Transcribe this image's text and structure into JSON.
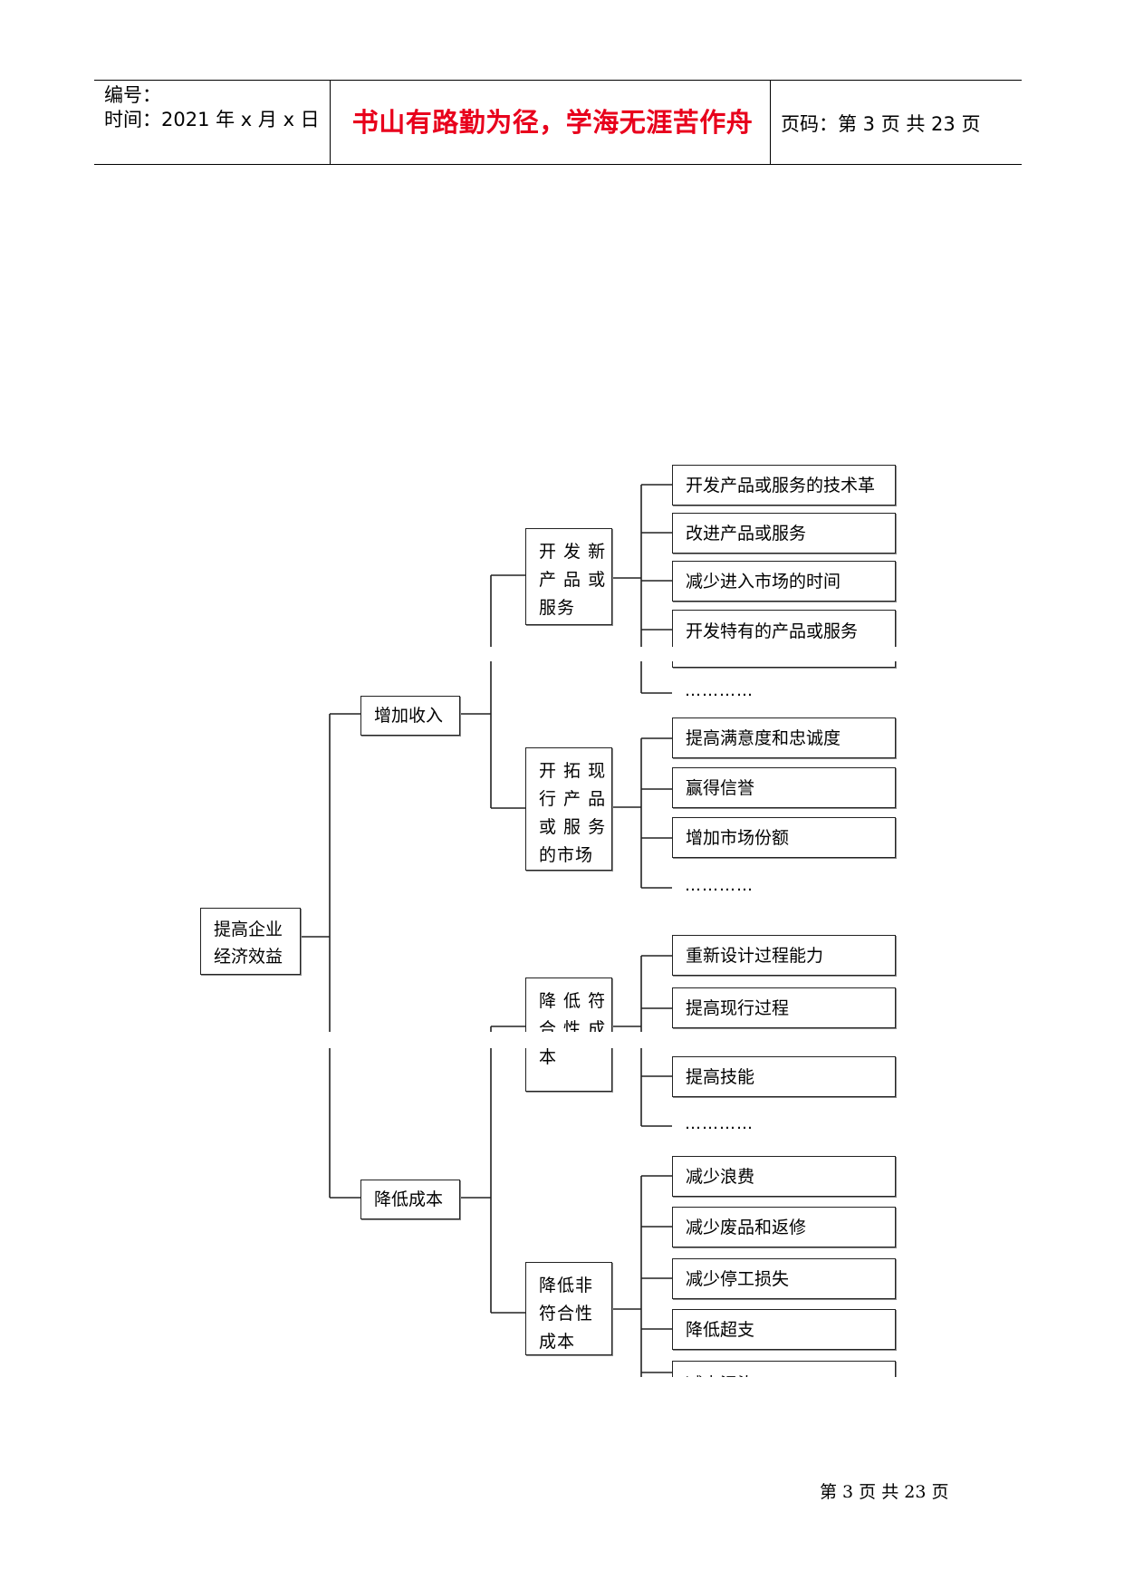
{
  "header": {
    "number_label": "编号：",
    "time_label": "时间：2021 年 x 月 x 日",
    "motto": "书山有路勤为径，学海无涯苦作舟",
    "page_info": "页码：第 3 页  共 23 页"
  },
  "diagram": {
    "root": "提高企业\n经济效益",
    "branch_income": "增加收入",
    "branch_cost": "降低成本",
    "sub_new_product": "开 发 新\n产 品 或\n服务",
    "sub_existing_market": "开 拓 现\n行 产 品\n或 服 务\n的市场",
    "sub_conformance_cost": "降 低 符\n合 性 成\n本",
    "sub_nonconformance_cost": "降低非\n符合性\n成本",
    "leaves_new_product": [
      "开发产品或服务的技术革",
      "改进产品或服务",
      "减少进入市场的时间",
      "开发特有的产品或服务"
    ],
    "leaves_existing_market": [
      "提高满意度和忠诚度",
      "赢得信誉",
      "增加市场份额"
    ],
    "leaves_conformance": [
      "重新设计过程能力",
      "提高现行过程",
      "提高技能"
    ],
    "leaves_nonconformance": [
      "减少浪费",
      "减少废品和返修",
      "减少停工损失",
      "降低超支",
      "减少污染"
    ],
    "ellipsis": "…………"
  },
  "footer": {
    "page": "第 3 页 共 23 页"
  }
}
